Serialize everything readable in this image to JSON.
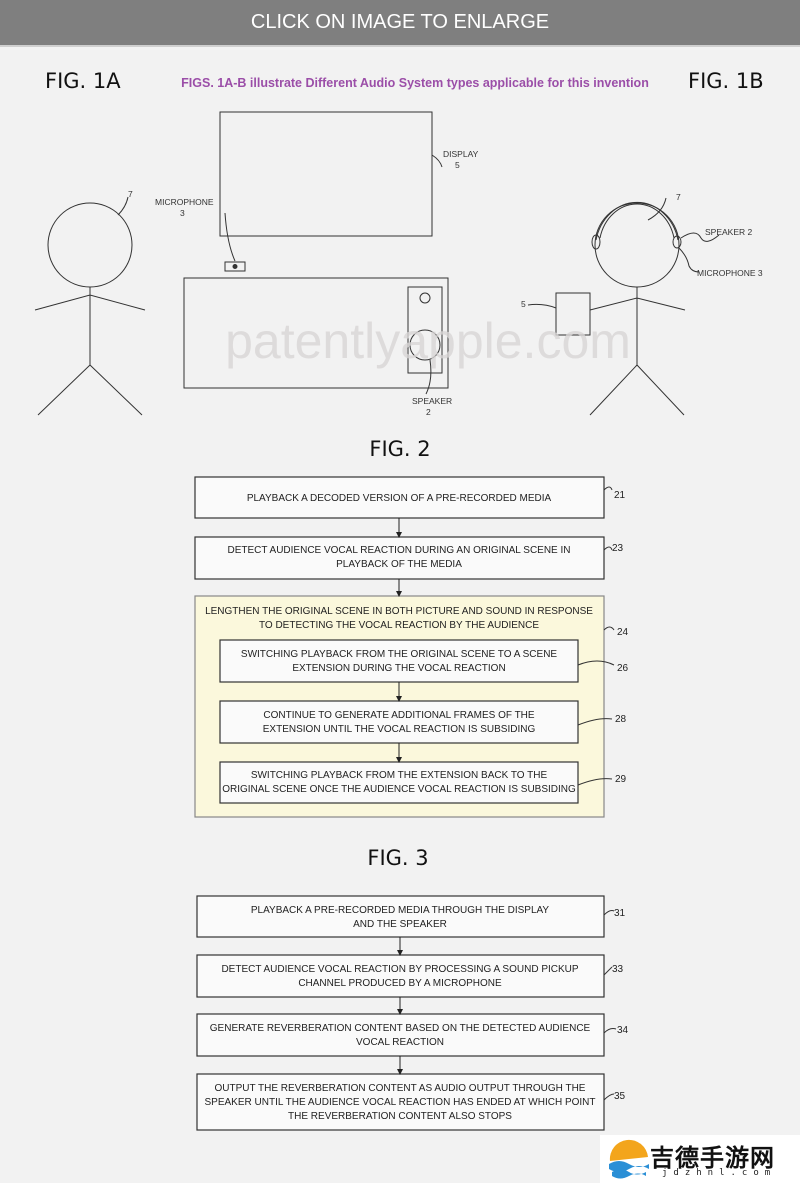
{
  "header": {
    "label": "CLICK ON IMAGE TO ENLARGE"
  },
  "fig1": {
    "left_title": "FIG. 1A",
    "right_title": "FIG. 1B",
    "caption": "FIGS. 1A-B illustrate Different Audio System types applicable for this invention",
    "display_label": [
      "DISPLAY",
      "5"
    ],
    "microphone_label": [
      "MICROPHONE",
      "3"
    ],
    "speaker_label": [
      "SPEAKER",
      "2"
    ],
    "person_ref": "7",
    "right_person_ref": "7",
    "right_speaker": "SPEAKER 2",
    "right_microphone": "MICROPHONE 3",
    "device_ref": "5"
  },
  "watermark": "patentlyapple.com",
  "fig2": {
    "title": "FIG. 2",
    "steps": [
      {
        "lines": [
          "PLAYBACK A DECODED VERSION OF A PRE-RECORDED MEDIA"
        ],
        "ref": "21"
      },
      {
        "lines": [
          "DETECT AUDIENCE VOCAL REACTION DURING AN ORIGINAL SCENE IN",
          "PLAYBACK OF THE MEDIA"
        ],
        "ref": "23"
      }
    ],
    "group": {
      "lines": [
        "LENGTHEN THE ORIGINAL SCENE IN BOTH PICTURE AND SOUND IN RESPONSE",
        "TO DETECTING THE VOCAL REACTION BY THE AUDIENCE"
      ],
      "ref": "24",
      "substeps": [
        {
          "lines": [
            "SWITCHING PLAYBACK FROM THE ORIGINAL SCENE TO A SCENE",
            "EXTENSION DURING THE VOCAL REACTION"
          ],
          "ref": "26"
        },
        {
          "lines": [
            "CONTINUE TO GENERATE ADDITIONAL FRAMES OF THE",
            "EXTENSION UNTIL THE VOCAL  REACTION IS SUBSIDING"
          ],
          "ref": "28"
        },
        {
          "lines": [
            "SWITCHING PLAYBACK FROM THE EXTENSION BACK TO THE",
            "ORIGINAL SCENE ONCE  THE AUDIENCE VOCAL REACTION IS SUBSIDING"
          ],
          "ref": "29"
        }
      ]
    }
  },
  "fig3": {
    "title": "FIG. 3",
    "steps": [
      {
        "lines": [
          "PLAYBACK A PRE-RECORDED MEDIA THROUGH THE DISPLAY",
          "AND THE SPEAKER"
        ],
        "ref": "31"
      },
      {
        "lines": [
          "DETECT AUDIENCE VOCAL REACTION BY PROCESSING A SOUND PICKUP",
          "CHANNEL PRODUCED BY A MICROPHONE"
        ],
        "ref": "33"
      },
      {
        "lines": [
          "GENERATE REVERBERATION CONTENT BASED ON THE DETECTED AUDIENCE",
          "VOCAL REACTION"
        ],
        "ref": "34"
      },
      {
        "lines": [
          "OUTPUT THE REVERBERATION CONTENT AS AUDIO OUTPUT THROUGH THE",
          "SPEAKER UNTIL THE AUDIENCE VOCAL REACTION HAS ENDED AT WHICH POINT",
          "THE REVERBERATION CONTENT ALSO STOPS"
        ],
        "ref": "35"
      }
    ]
  },
  "logo": {
    "name": "吉德手游网",
    "domain": "jdzhnl.com"
  }
}
